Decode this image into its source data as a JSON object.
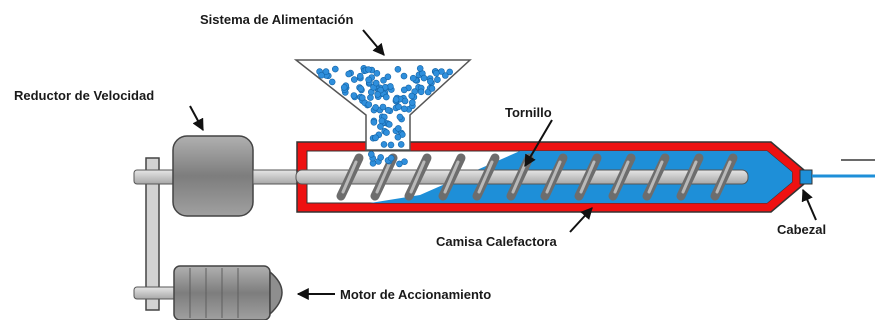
{
  "labels": {
    "feed_system": "Sistema de Alimentación",
    "speed_reducer": "Reductor de Velocidad",
    "screw": "Tornillo",
    "heating_jacket": "Camisa Calefactora",
    "die_head": "Cabezal",
    "drive_motor": "Motor de Accionamiento"
  },
  "colors": {
    "barrel_red": "#ee1111",
    "melt_blue": "#1e8fd8",
    "granule_blue": "#2f8fdc",
    "metal_gray": "#c8c8c8",
    "motor_gray": "#8a8a8a",
    "outline": "#333333"
  }
}
